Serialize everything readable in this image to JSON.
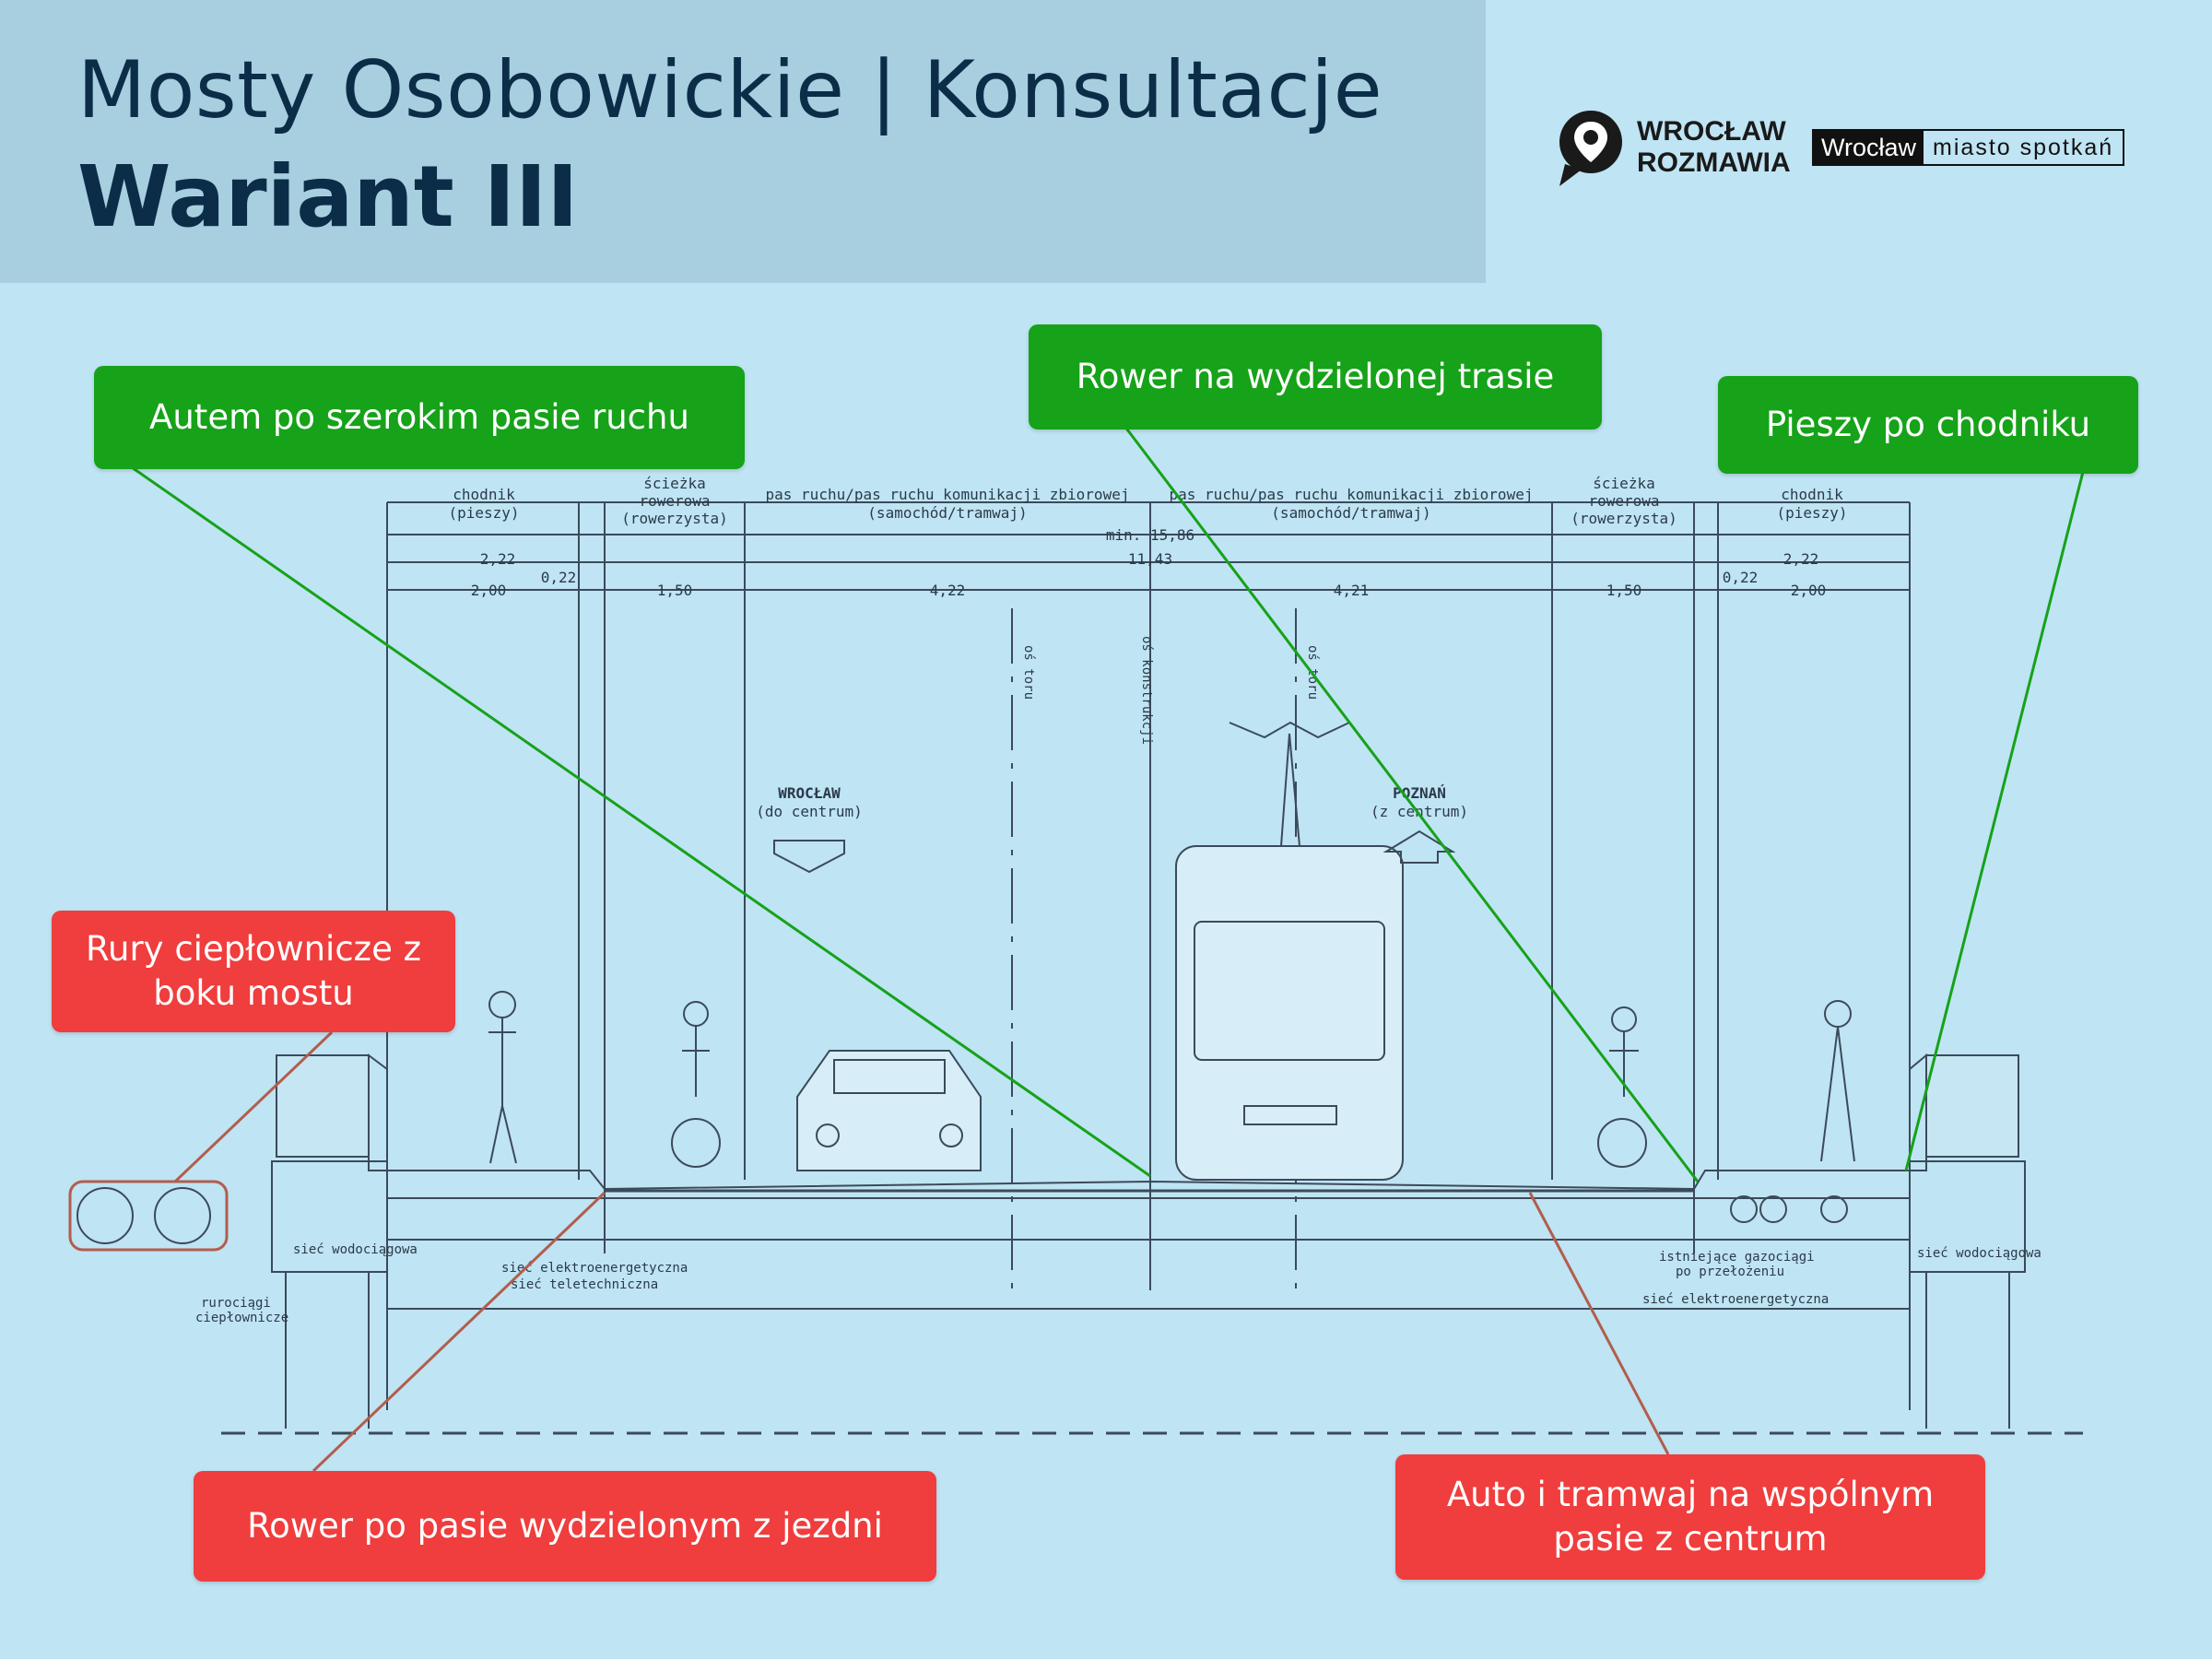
{
  "header": {
    "title": "Mosty Osobowickie | Konsultacje",
    "subtitle": "Wariant III"
  },
  "logos": {
    "wroclaw_rozmawia_line1": "WROCŁAW",
    "wroclaw_rozmawia_line2": "ROZMAWIA",
    "wroclaw_brand": "Wrocław",
    "wroclaw_tagline": "miasto spotkań"
  },
  "callouts": {
    "car_lane": "Autem po szerokim pasie ruchu",
    "bike_route": "Rower na wydzielonej trasie",
    "pedestrian": "Pieszy po chodniku",
    "heating_pipes": "Rury ciepłownicze z boku mostu",
    "bike_lane": "Rower po pasie wydzielonym z jezdni",
    "shared_lane": "Auto i tramwaj na wspólnym pasie z centrum"
  },
  "drawing": {
    "col_sidewalk_l": "chodnik",
    "col_sidewalk_l2": "(pieszy)",
    "col_bike_l": "ścieżka",
    "col_bike_l2": "rowerowa",
    "col_bike_l3": "(rowerzysta)",
    "col_lane_l": "pas ruchu/pas ruchu komunikacji zbiorowej",
    "col_lane_l2": "(samochód/tramwaj)",
    "col_lane_r": "pas ruchu/pas ruchu komunikacji zbiorowej",
    "col_lane_r2": "(samochód/tramwaj)",
    "col_bike_r": "ścieżka",
    "col_bike_r2": "rowerowa",
    "col_bike_r3": "(rowerzysta)",
    "col_sidewalk_r": "chodnik",
    "col_sidewalk_r2": "(pieszy)",
    "dim_min": "min. 15,86",
    "dim_total": "11,43",
    "dim_222_l": "2,22",
    "dim_200_l": "2,00",
    "dim_022_l": "0,22",
    "dim_150_l": "1,50",
    "dim_422": "4,22",
    "dim_421": "4,21",
    "dim_150_r": "1,50",
    "dim_022_r": "0,22",
    "dim_222_r": "2,22",
    "dim_200_r": "2,00",
    "axis_track_l": "oś toru",
    "axis_construction": "oś konstrukcji",
    "axis_track_r": "oś toru",
    "dir_left": "WROCŁAW",
    "dir_left2": "(do centrum)",
    "dir_right": "POZNAŃ",
    "dir_right2": "(z centrum)",
    "note_water_l": "sieć wodociągowa",
    "note_power_l": "sieć elektroenergetyczna",
    "note_telecom_l": "sieć teletechniczna",
    "note_pipes_l": "rurociągi",
    "note_pipes_l2": "ciepłownicze",
    "note_gas_r": "istniejące gazociągi",
    "note_gas_r2": "po przełożeniu",
    "note_power_r": "sieć elektroenergetyczna",
    "note_water_r": "sieć wodociągowa"
  },
  "colors": {
    "background": "#bfe4f3",
    "header_bg": "#a7cfe0",
    "title_color": "#0c2d47",
    "green": "#16a219",
    "red": "#f03d3d"
  }
}
